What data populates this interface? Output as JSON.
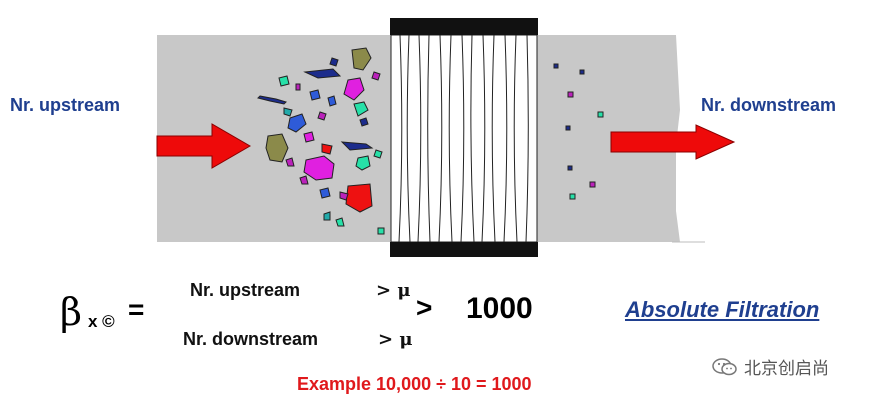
{
  "diagram": {
    "upstream_label": "Nr. upstream",
    "downstream_label": "Nr. downstream",
    "colors": {
      "pipe": "#c8c8c8",
      "arrow": "#ee0a0a",
      "filter_cap": "#111111",
      "label": "#1f3f8f"
    }
  },
  "formula": {
    "beta": "β",
    "subscript": "x ©",
    "equals": "=",
    "numerator": "Nr. upstream",
    "numerator_unit": "> μ",
    "denominator": "Nr. downstream",
    "denominator_unit": "> μ",
    "comparison": ">",
    "threshold": "1000",
    "title": "Absolute Filtration"
  },
  "example": "Example 10,000 ÷ 10 = 1000",
  "watermark": {
    "icon": "wechat-icon",
    "text": "北京创启尚"
  }
}
